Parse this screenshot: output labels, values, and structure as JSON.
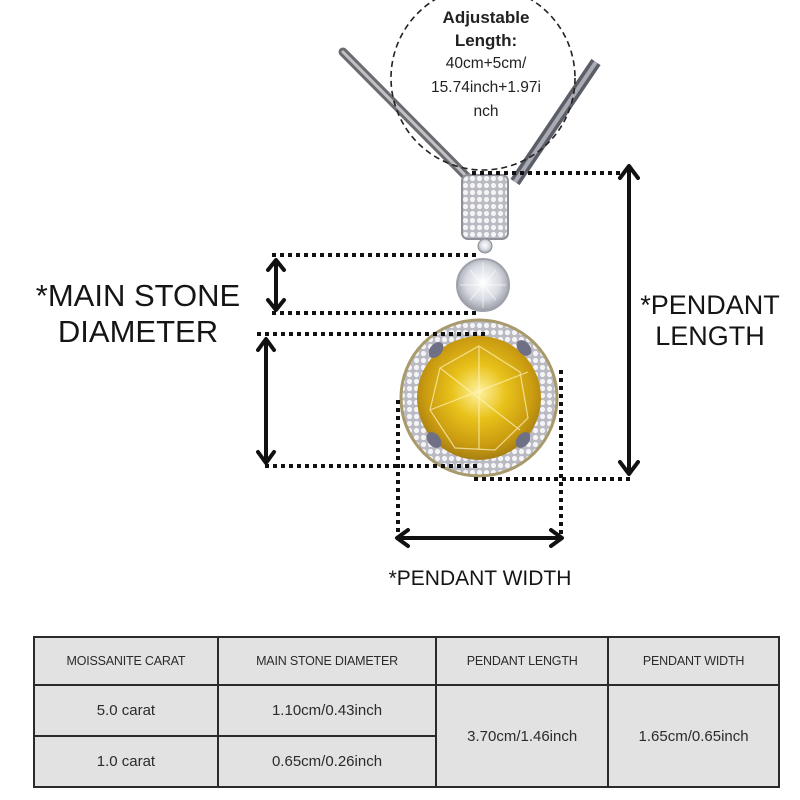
{
  "callout": {
    "title_line1": "Adjustable",
    "title_line2": "Length:",
    "value_line1": "40cm+5cm/",
    "value_line2": "15.74inch+1.97i",
    "value_line3": "nch"
  },
  "labels": {
    "main_stone_line1": "*MAIN STONE",
    "main_stone_line2": "DIAMETER",
    "pendant_length_line1": "*PENDANT",
    "pendant_length_line2": "LENGTH",
    "pendant_width": "*PENDANT WIDTH"
  },
  "colors": {
    "stone_yellow": "#e8c21a",
    "halo_silver": "#d7d7dc",
    "table_bg": "#e2e2e2",
    "table_border": "#2a2a2a"
  },
  "table": {
    "headers": [
      "MOISSANITE CARAT",
      "MAIN STONE DIAMETER",
      "PENDANT LENGTH",
      "PENDANT WIDTH"
    ],
    "rows": [
      {
        "carat": "5.0 carat",
        "diameter": "1.10cm/0.43inch"
      },
      {
        "carat": "1.0 carat",
        "diameter": "0.65cm/0.26inch"
      }
    ],
    "shared": {
      "pendant_length": "3.70cm/1.46inch",
      "pendant_width": "1.65cm/0.65inch"
    }
  }
}
